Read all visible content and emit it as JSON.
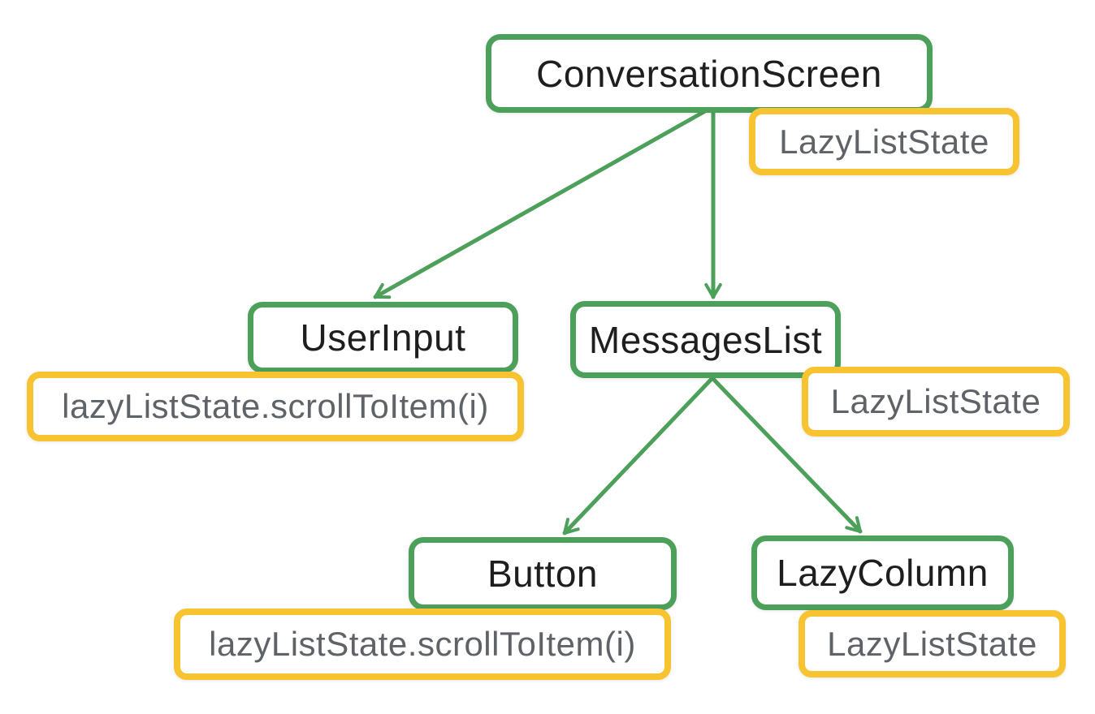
{
  "diagram": {
    "type": "component-tree",
    "nodes": [
      {
        "id": "conversation-screen",
        "label": "ConversationScreen",
        "kind": "composable"
      },
      {
        "id": "conversation-screen-state",
        "label": "LazyListState",
        "kind": "state"
      },
      {
        "id": "user-input",
        "label": "UserInput",
        "kind": "composable"
      },
      {
        "id": "user-input-state",
        "label": "lazyListState.scrollToItem(i)",
        "kind": "state"
      },
      {
        "id": "messages-list",
        "label": "MessagesList",
        "kind": "composable"
      },
      {
        "id": "messages-list-state",
        "label": "LazyListState",
        "kind": "state"
      },
      {
        "id": "button",
        "label": "Button",
        "kind": "composable"
      },
      {
        "id": "button-state",
        "label": "lazyListState.scrollToItem(i)",
        "kind": "state"
      },
      {
        "id": "lazy-column",
        "label": "LazyColumn",
        "kind": "composable"
      },
      {
        "id": "lazy-column-state",
        "label": "LazyListState",
        "kind": "state"
      }
    ],
    "edges": [
      {
        "from": "ConversationScreen",
        "to": "UserInput"
      },
      {
        "from": "ConversationScreen",
        "to": "MessagesList"
      },
      {
        "from": "MessagesList",
        "to": "Button"
      },
      {
        "from": "MessagesList",
        "to": "LazyColumn"
      }
    ],
    "colors": {
      "composable_border": "#4CA05A",
      "state_border": "#F7C331",
      "composable_text": "#1E1E1E",
      "state_text": "#5F6368",
      "arrow": "#4CA05A",
      "background": "#FFFFFF"
    }
  }
}
